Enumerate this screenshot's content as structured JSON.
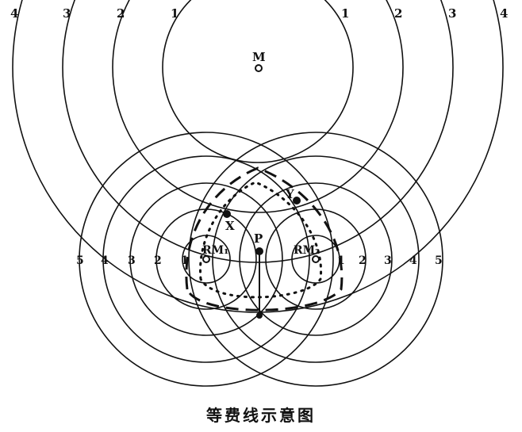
{
  "caption": "等费线示意图",
  "points": {
    "market": "M",
    "source_1": "RM₁",
    "source_2": "RM₂",
    "point_p": "P",
    "point_x": "X",
    "point_y": "Y"
  },
  "market_ring_labels": [
    "1",
    "2",
    "3",
    "4"
  ],
  "source_ring_labels": [
    "1",
    "2",
    "3",
    "4",
    "5"
  ],
  "colors": {
    "line": "#111111",
    "background": "#ffffff"
  }
}
